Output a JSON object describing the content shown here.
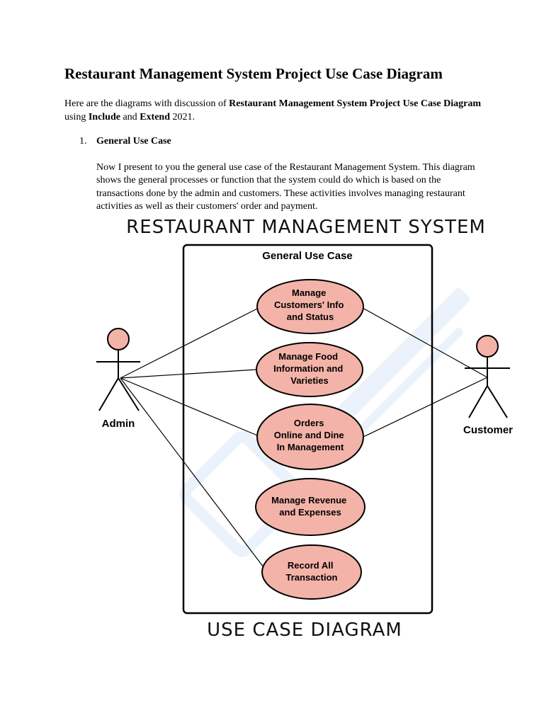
{
  "page": {
    "title": "Restaurant Management System Project Use Case Diagram",
    "intro": {
      "p1": "Here are the diagrams with discussion of ",
      "b1": "Restaurant Management System Project Use Case Diagram",
      "p2": " using ",
      "b2": "Include",
      "p3": " and ",
      "b3": "Extend",
      "p4": " 2021."
    },
    "list": {
      "number": "1.",
      "heading": "General Use Case",
      "paragraph": "Now I present to you the general use case of the Restaurant Management System. This diagram shows the general processes or function that the system could do which is based on the transactions done by the admin and customers. These activities involves managing restaurant activities as well as their customers' order and payment."
    }
  },
  "diagram": {
    "top_caption": "RESTAURANT MANAGEMENT SYSTEM",
    "bottom_caption": "USE CASE DIAGRAM",
    "box_title": "General Use Case",
    "actors": {
      "admin": "Admin",
      "customer": "Customer"
    },
    "use_cases": [
      {
        "lines": [
          "Manage",
          "Customers'  Info",
          "and Status"
        ]
      },
      {
        "lines": [
          "Manage Food",
          "Information and",
          "Varieties"
        ]
      },
      {
        "lines": [
          "Orders",
          "Online and Dine",
          "In Management"
        ]
      },
      {
        "lines": [
          "Manage Revenue",
          "and Expenses"
        ]
      },
      {
        "lines": [
          "Record All",
          "Transaction"
        ]
      }
    ],
    "colors": {
      "use_case_fill": "#f4b3a8",
      "actor_head_fill": "#f4b3a8",
      "watermark": "#dbe7f7"
    }
  }
}
